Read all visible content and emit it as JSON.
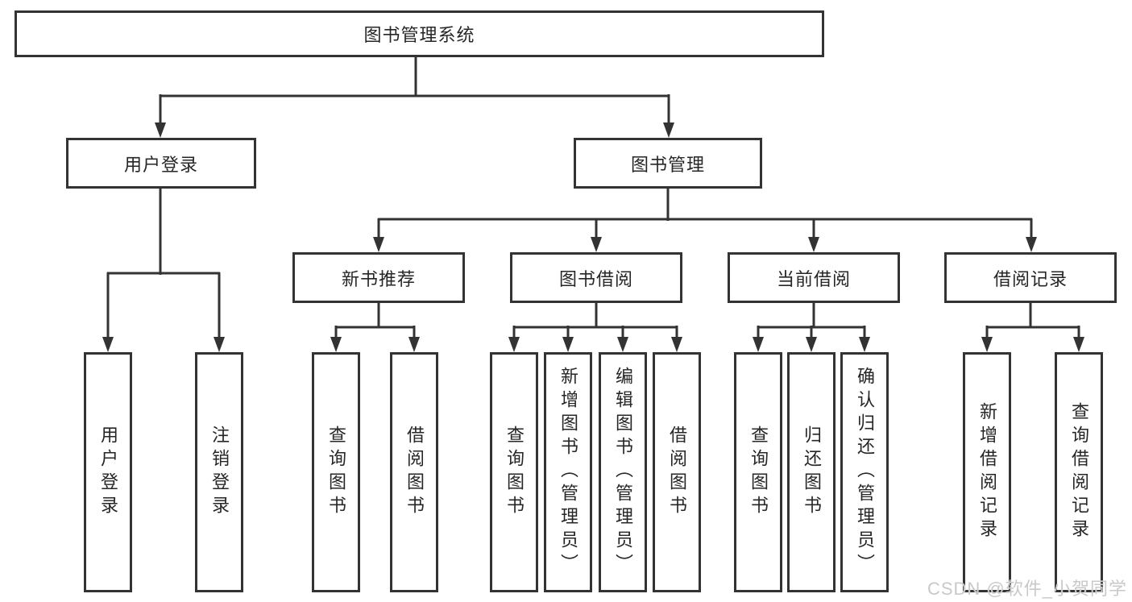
{
  "colors": {
    "line": "#333333",
    "box_border": "#333333",
    "box_background": "#ffffff",
    "text": "#262626",
    "watermark_text": "#c9c9c9"
  },
  "watermark": {
    "text": "CSDN @软件_小贺同学"
  },
  "tree": {
    "root": {
      "label": "图书管理系统"
    },
    "branches": [
      {
        "label": "用户登录",
        "children": [
          {
            "label": "用户登录"
          },
          {
            "label": "注销登录"
          }
        ]
      },
      {
        "label": "图书管理",
        "groups": [
          {
            "label": "新书推荐",
            "children": [
              {
                "label": "查询图书"
              },
              {
                "label": "借阅图书"
              }
            ]
          },
          {
            "label": "图书借阅",
            "children": [
              {
                "label": "查询图书"
              },
              {
                "label": "新增图书（管理员）"
              },
              {
                "label": "编辑图书（管理员）"
              },
              {
                "label": "借阅图书"
              }
            ]
          },
          {
            "label": "当前借阅",
            "children": [
              {
                "label": "查询图书"
              },
              {
                "label": "归还图书"
              },
              {
                "label": "确认归还（管理员）"
              }
            ]
          },
          {
            "label": "借阅记录",
            "children": [
              {
                "label": "新增借阅记录"
              },
              {
                "label": "查询借阅记录"
              }
            ]
          }
        ]
      }
    ]
  }
}
